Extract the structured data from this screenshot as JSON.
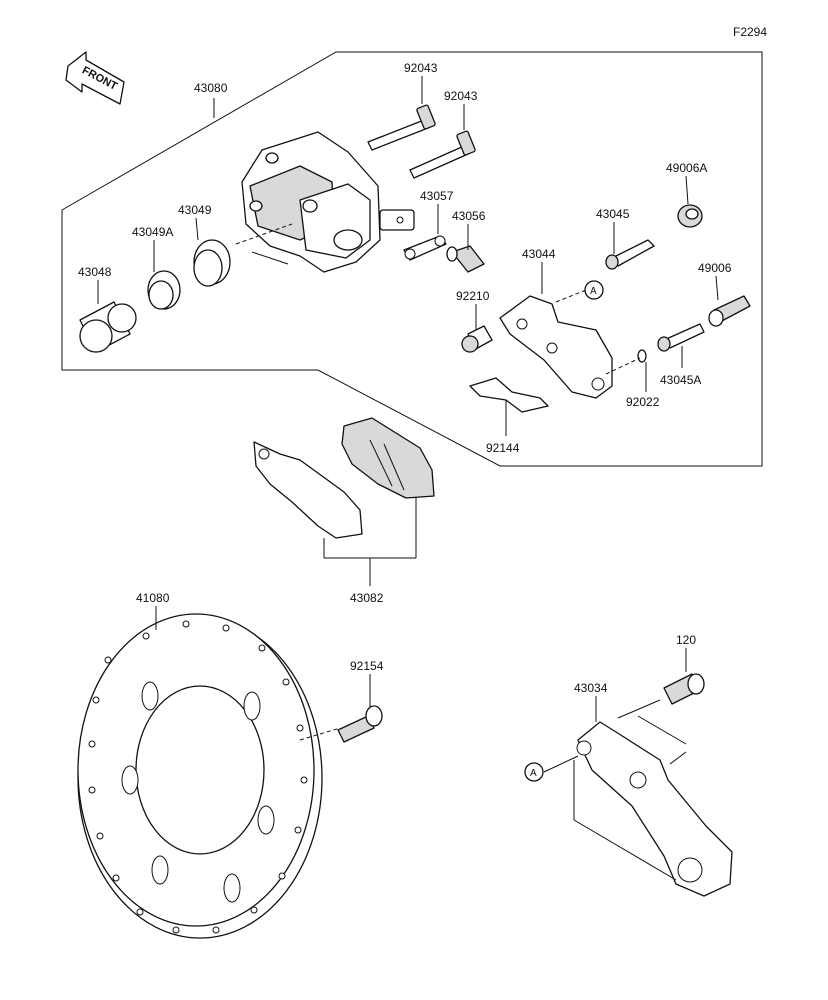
{
  "figure_code": "F2294",
  "front_label": "FRONT",
  "ref_mark": "A",
  "callouts": {
    "p43080": "43080",
    "p92043a": "92043",
    "p92043b": "92043",
    "p49006A": "49006A",
    "p43049": "43049",
    "p43049A": "43049A",
    "p43057": "43057",
    "p43056": "43056",
    "p43045": "43045",
    "p43048": "43048",
    "p43044": "43044",
    "p49006": "49006",
    "p92210": "92210",
    "p43045A": "43045A",
    "p92022": "92022",
    "p92144": "92144",
    "p43082": "43082",
    "p41080": "41080",
    "p120": "120",
    "p92154": "92154",
    "p43034": "43034"
  }
}
